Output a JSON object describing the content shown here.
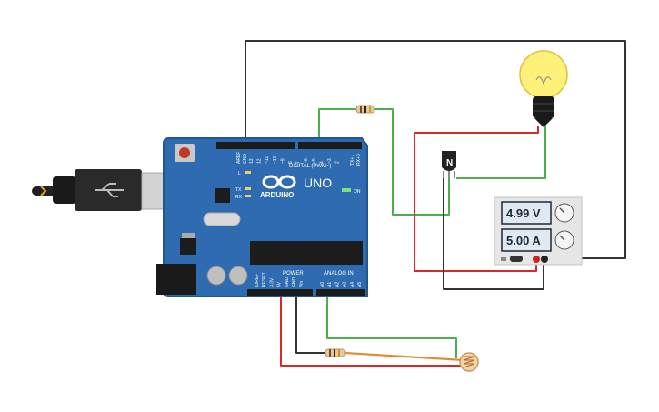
{
  "board": {
    "brand": "ARDUINO",
    "model": "UNO",
    "on_label": "ON",
    "digital_label": "DIGITAL (PWM~)",
    "power_label": "POWER",
    "analog_label": "ANALOG IN",
    "l_label": "L",
    "tx_label": "TX",
    "rx_label": "RX",
    "aref_label": "AREF",
    "gnd_label": "GND",
    "tx_pin_label": "TX+1",
    "rx_pin_label": "RX+0",
    "digital_pins": [
      "13",
      "12",
      "~11",
      "~10",
      "~9",
      "8",
      "7",
      "~6",
      "~5",
      "4",
      "~3",
      "2"
    ],
    "power_pins": [
      "IOREF",
      "RESET",
      "3.3V",
      "5V",
      "GND",
      "GND",
      "Vin"
    ],
    "analog_pins": [
      "A0",
      "A1",
      "A2",
      "A3",
      "A4",
      "A5"
    ],
    "colors": {
      "pcb": "#2f6bb0",
      "pcb_edge": "#23558f"
    }
  },
  "transistor": {
    "label": "N"
  },
  "power_supply": {
    "voltage": "4.99 V",
    "current": "5.00 A"
  },
  "colors": {
    "wire_black": "#333333",
    "wire_red": "#d42a2a",
    "wire_green": "#4caf50",
    "wire_orange": "#e08a2c",
    "bulb": "#fff07a"
  }
}
